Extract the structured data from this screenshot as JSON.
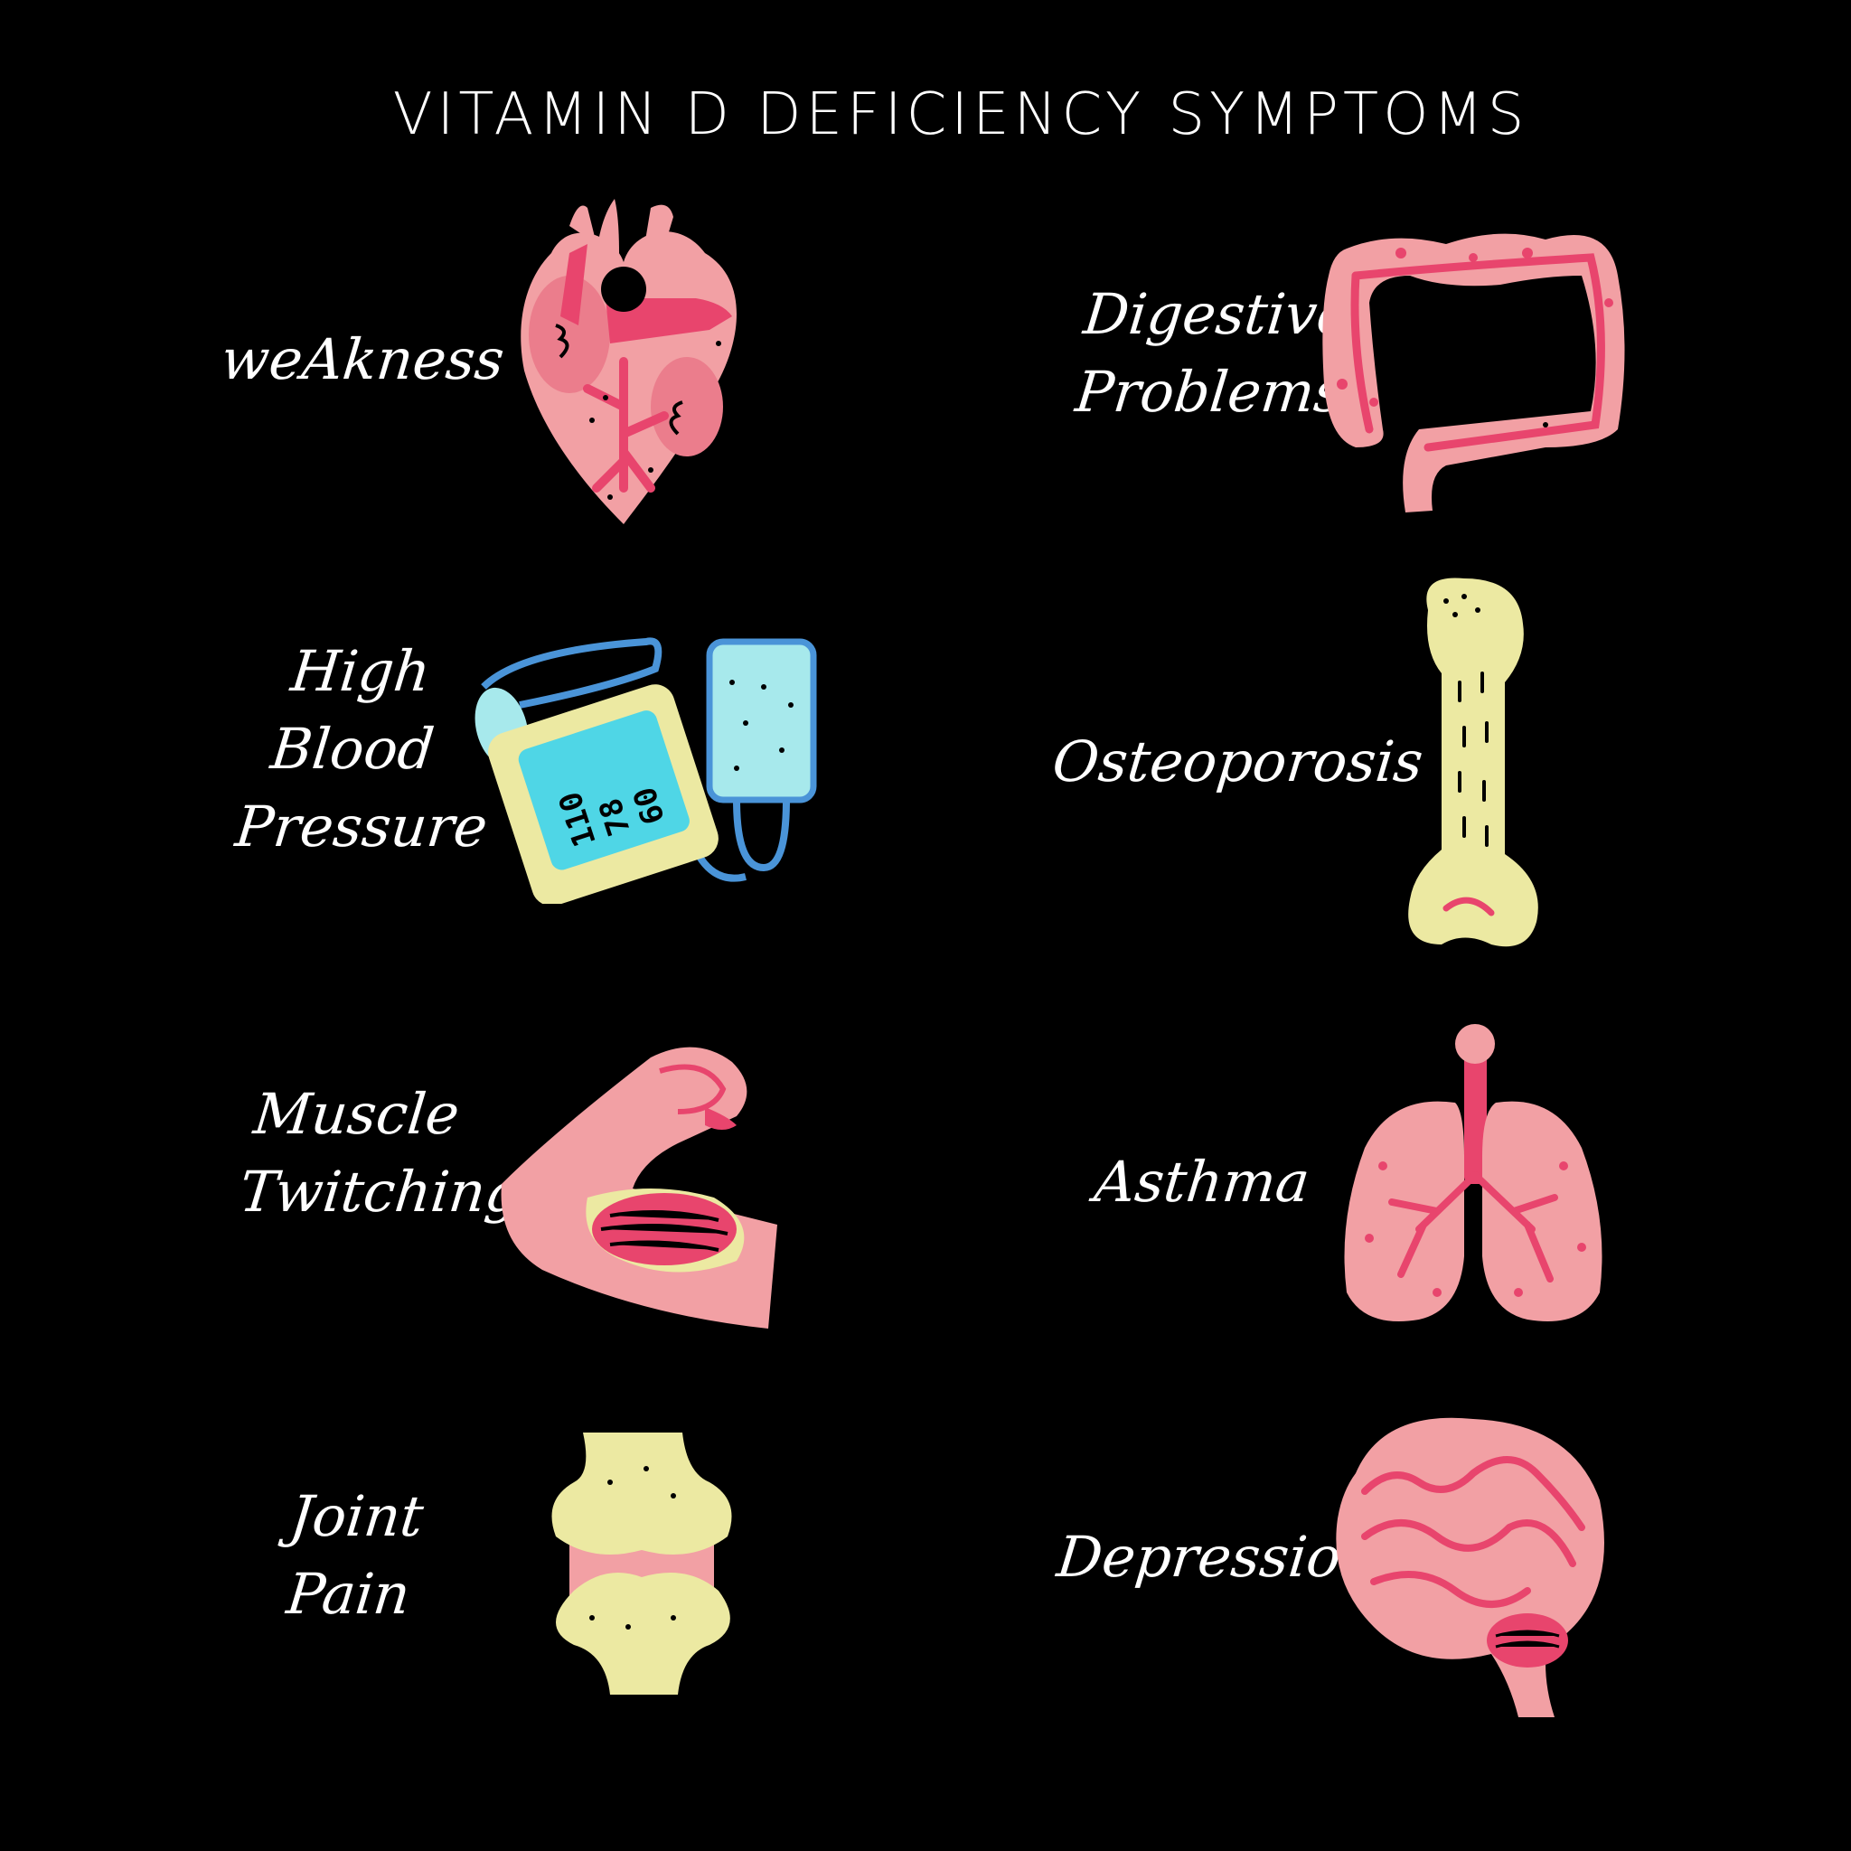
{
  "title": "VITAMIN D DEFICIENCY SYMPTOMS",
  "colors": {
    "background": "#000000",
    "pink": "#f2a0a4",
    "magenta": "#e8456d",
    "yellow": "#ece9a2",
    "cyan": "#a7e9ec",
    "blue": "#4a94d8"
  },
  "symptoms": [
    {
      "lines": [
        "weAkness"
      ],
      "icon": "heart-icon"
    },
    {
      "lines": [
        "Digestive",
        "Problems"
      ],
      "icon": "intestine-icon"
    },
    {
      "lines": [
        "High",
        "Blood",
        "Pressure"
      ],
      "icon": "blood-pressure-monitor-icon"
    },
    {
      "lines": [
        "Osteoporosis"
      ],
      "icon": "bone-icon"
    },
    {
      "lines": [
        "Muscle",
        "Twitching"
      ],
      "icon": "arm-muscle-icon"
    },
    {
      "lines": [
        "Asthma"
      ],
      "icon": "lungs-icon"
    },
    {
      "lines": [
        "Joint",
        "Pain"
      ],
      "icon": "joint-icon"
    },
    {
      "lines": [
        "Depression"
      ],
      "icon": "brain-icon"
    }
  ],
  "monitor_display": {
    "line1": "110",
    "line2": "78",
    "line3": "60"
  }
}
